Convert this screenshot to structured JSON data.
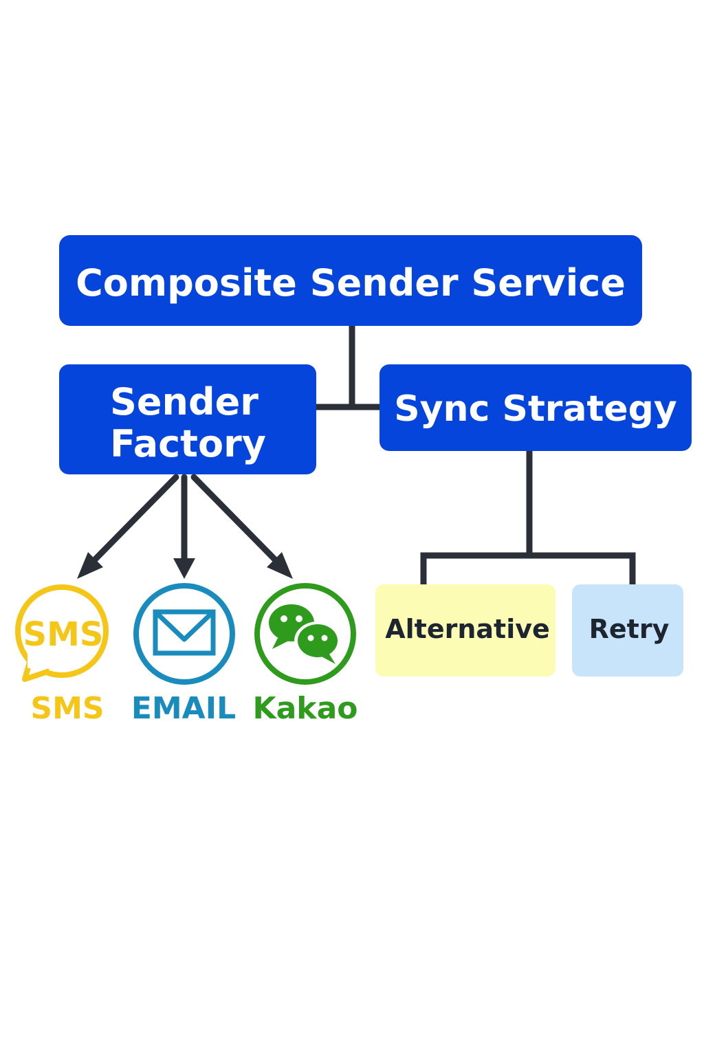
{
  "nodes": {
    "composite": {
      "label": "Composite Sender Service"
    },
    "factory": {
      "label_line1": "Sender",
      "label_line2": "Factory"
    },
    "sync": {
      "label": "Sync Strategy"
    },
    "alternative": {
      "label": "Alternative"
    },
    "retry": {
      "label": "Retry"
    }
  },
  "channels": [
    {
      "name": "SMS",
      "icon_text": "SMS",
      "icon": "sms-speech-bubble-icon",
      "color": "#F5C518"
    },
    {
      "name": "EMAIL",
      "icon": "envelope-icon",
      "color": "#1A8BBD"
    },
    {
      "name": "Kakao",
      "icon": "chat-bubbles-icon",
      "color": "#2E9B1C"
    }
  ],
  "colors": {
    "primary_blue": "#0545DC",
    "connector": "#2B3038",
    "alternative_fill": "#FCFCB4",
    "retry_fill": "#C8E4FB"
  }
}
